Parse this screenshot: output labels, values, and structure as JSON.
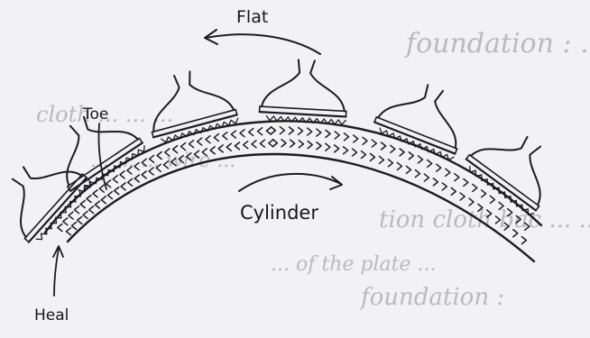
{
  "labels": {
    "flat": "Flat",
    "toe": "Toe",
    "cylinder": "Cylinder",
    "heel": "Heal"
  },
  "bleed_through": {
    "line1": "foundation : ... ... A ...",
    "line2": "cloth ... ... ...",
    "line3": "... ... ... wire ...",
    "line4": "tion cloth bac ... ... pres",
    "line5": "... of the plate ...",
    "line6": "foundation :"
  },
  "colors": {
    "ink": "#1b1b24",
    "paper": "#f2f2f4",
    "bleed_through": "#b9b9c2"
  }
}
